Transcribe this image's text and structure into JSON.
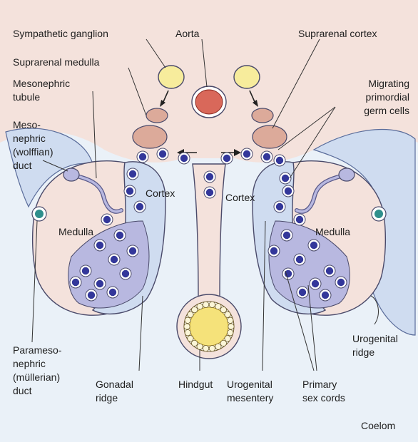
{
  "labels": {
    "sympathetic_ganglion": "Sympathetic ganglion",
    "aorta": "Aorta",
    "suprarenal_cortex": "Suprarenal cortex",
    "suprarenal_medulla": "Suprarenal medulla",
    "mesonephric_tubule": "Mesonephric\ntubule",
    "migrating_germ_cells": "Migrating\nprimordial\ngerm cells",
    "mesonephric_duct": "Meso-\nnephric\n(wolffian)\nduct",
    "cortex_left": "Cortex",
    "cortex_right": "Cortex",
    "medulla_left": "Medulla",
    "medulla_right": "Medulla",
    "paramesonephric_duct": "Paramesо-\nnephric\n(müllerian)\nduct",
    "gonadal_ridge": "Gonadal\nridge",
    "hindgut": "Hindgut",
    "urogenital_mesentery": "Urogenital\nmesentery",
    "primary_sex_cords": "Primary\nsex cords",
    "urogenital_ridge": "Urogenital\nridge",
    "coelom": "Coelom"
  },
  "colors": {
    "coelom_background": "#eaf1f8",
    "mesenchyme_pink": "#f4e2dc",
    "ridge_blue": "#cfdcf0",
    "sex_cord_lavender": "#b8b8e0",
    "germ_cell": "#33379a",
    "aorta_red": "#d9685a",
    "ganglion_yellow": "#f7ec9c",
    "suprarenal_tan": "#dcaa9a",
    "duct_teal": "#2f8f8c",
    "hindgut_yellow": "#f5e27a"
  }
}
